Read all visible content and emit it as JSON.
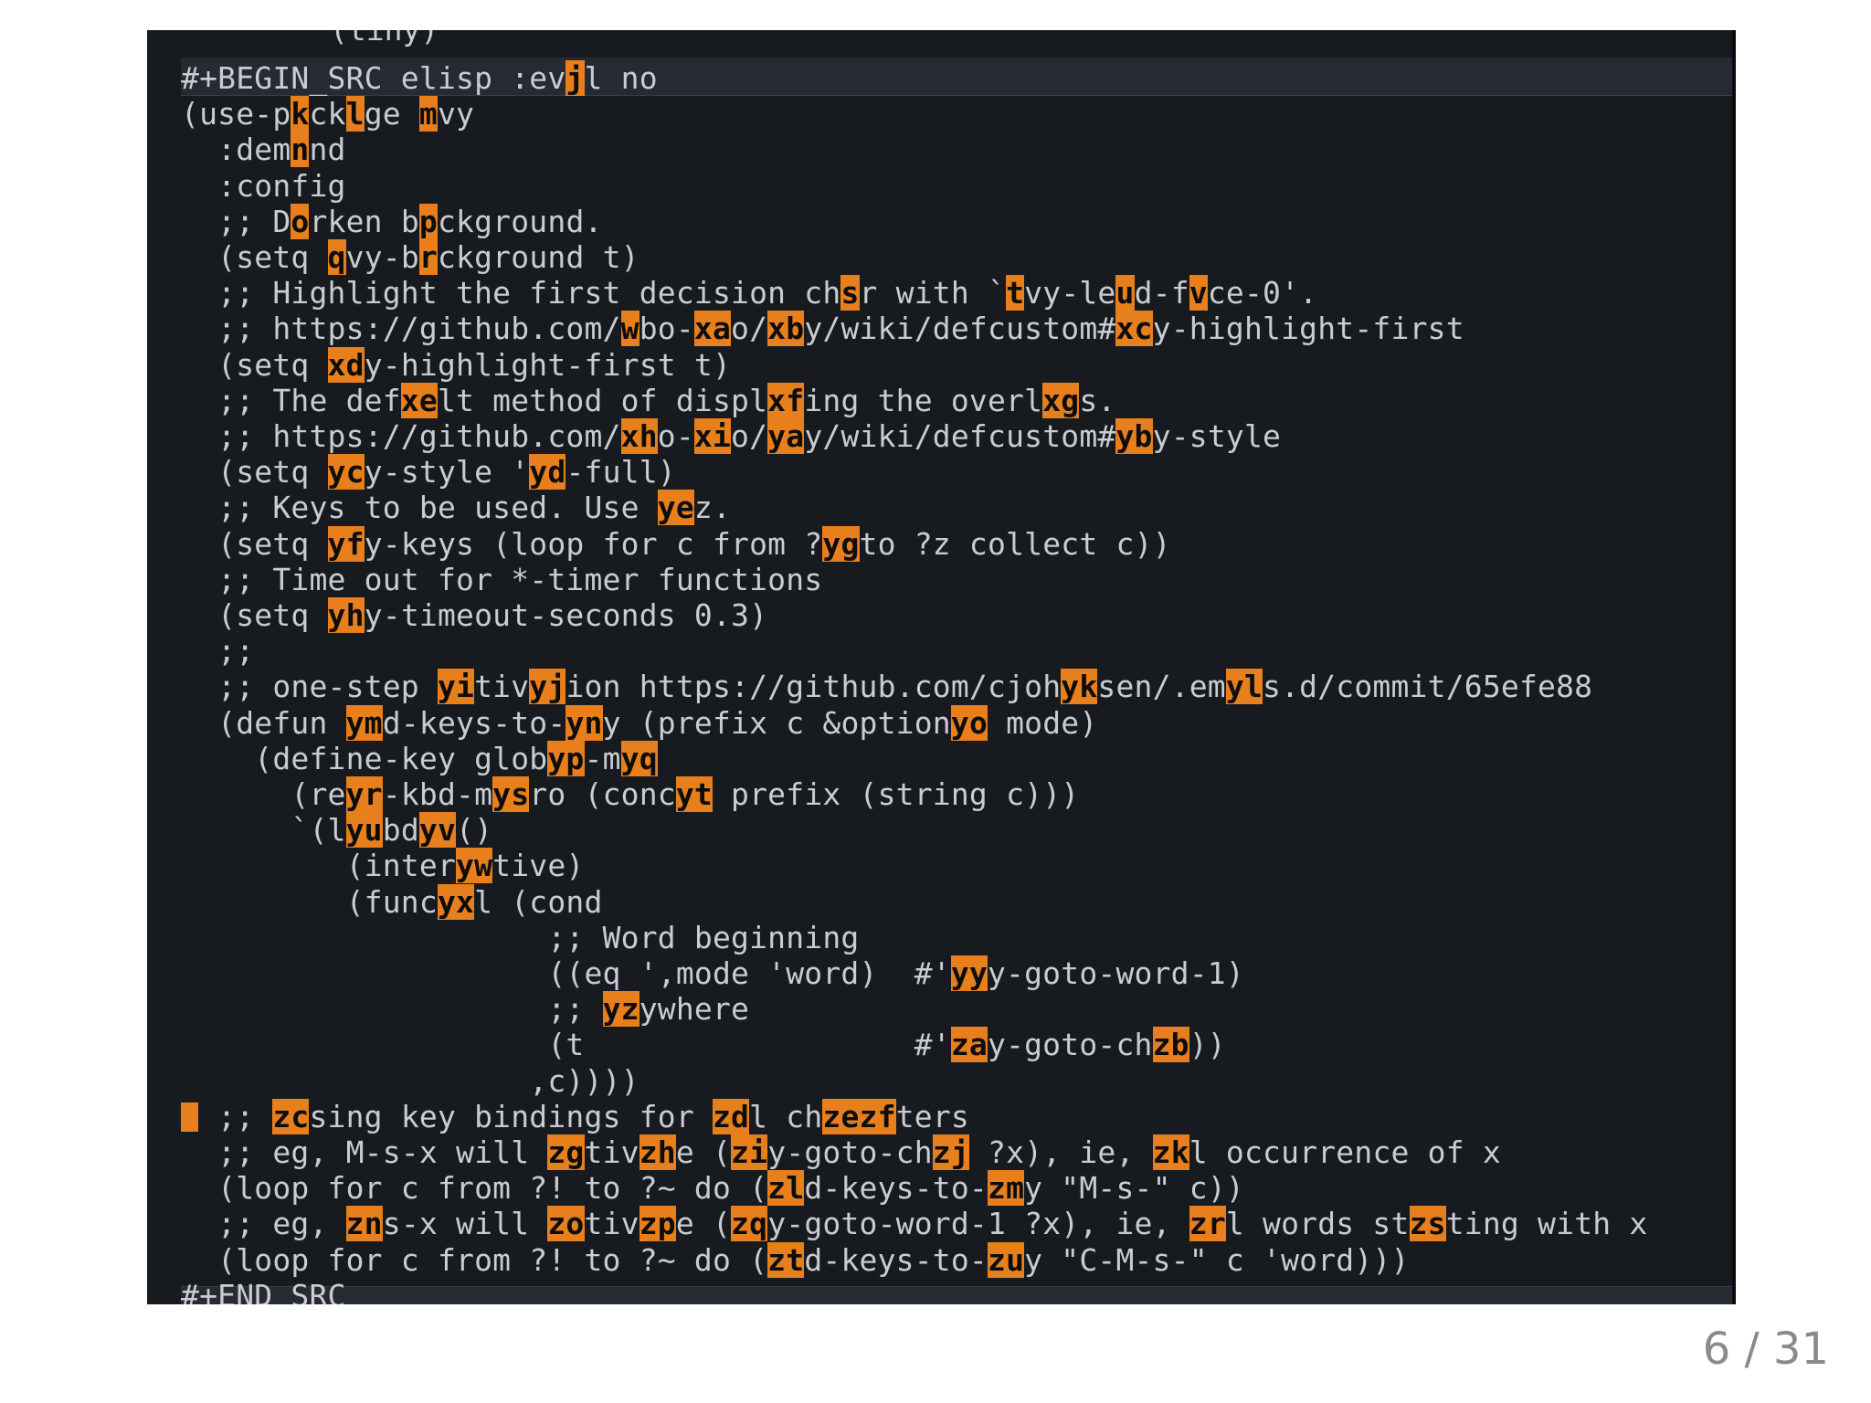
{
  "editor": {
    "clipped_top_text": "(tiny)",
    "begin_line": "#+BEGIN_SRC elisp :ev[j]l no",
    "end_line": "#+END_SRC",
    "lines": [
      "(use-p[k]ck[l]ge [m]vy",
      "  :dem[n]nd",
      "  :config",
      "  ;; D[o]rken b[p]ckground.",
      "  (setq [q]vy-b[r]ckground t)",
      "  ;; Highlight the first decision ch[s]r with `[t]vy-le[u]d-f[v]ce-0'.",
      "  ;; https://github.com/[w]bo-[xa]o/[xb]y/wiki/defcustom#[xc]y-highlight-first",
      "  (setq [xd]y-highlight-first t)",
      "  ;; The def[xe]lt method of displ[xf]ing the overl[xg]s.",
      "  ;; https://github.com/[xh]o-[xi]o/[ya]y/wiki/defcustom#[yb]y-style",
      "  (setq [yc]y-style '[yd]-full)",
      "  ;; Keys to be used. Use [ye]z.",
      "  (setq [yf]y-keys (loop for c from ?[yg]to ?z collect c))",
      "  ;; Time out for *-timer functions",
      "  (setq [yh]y-timeout-seconds 0.3)",
      "  ;;",
      "  ;; one-step [yi]tiv[yj]ion https://github.com/cjoh[yk]sen/.em[yl]s.d/commit/65efe88",
      "  (defun [ym]d-keys-to-[yn]y (prefix c &option[yo] mode)",
      "    (define-key glob[yp]-m[yq]",
      "      (re[yr]-kbd-m[ys]ro (conc[yt] prefix (string c)))",
      "      `(l[yu]bd[yv]()",
      "         (inter[yw]tive)",
      "         (func[yx]l (cond",
      "                    ;; Word beginning",
      "                    ((eq ',mode 'word)  #'[yy]y-goto-word-1)",
      "                    ;; [yz]ywhere",
      "                    (t                  #'[za]y-goto-ch[zb]))",
      "                   ,c))))",
      "  ;; [zc]sing key bindings for [zd]l ch[zezf]ters",
      "  ;; eg, M-s-x will [zg]tiv[zh]e ([zi]y-goto-ch[zj] ?x), ie, [zk]l occurrence of x",
      "  (loop for c from ?! to ?~ do ([zl]d-keys-to-[zm]y \"M-s-\" c))",
      "  ;; eg, [zn]s-x will [zo]tiv[zp]e ([zq]y-goto-word-1 ?x), ie, [zr]l words st[zs]ting with x",
      "  (loop for c from ?! to ?~ do ([zt]d-keys-to-[zu]y \"C-M-s-\" c 'word)))"
    ],
    "cursor_line_index": 28
  },
  "colors": {
    "background": "#171a1f",
    "text": "#c9ccd0",
    "hint_background": "#e87f1d",
    "hint_text": "#0d0d0d"
  },
  "slide": {
    "page_number": "6 / 31"
  }
}
